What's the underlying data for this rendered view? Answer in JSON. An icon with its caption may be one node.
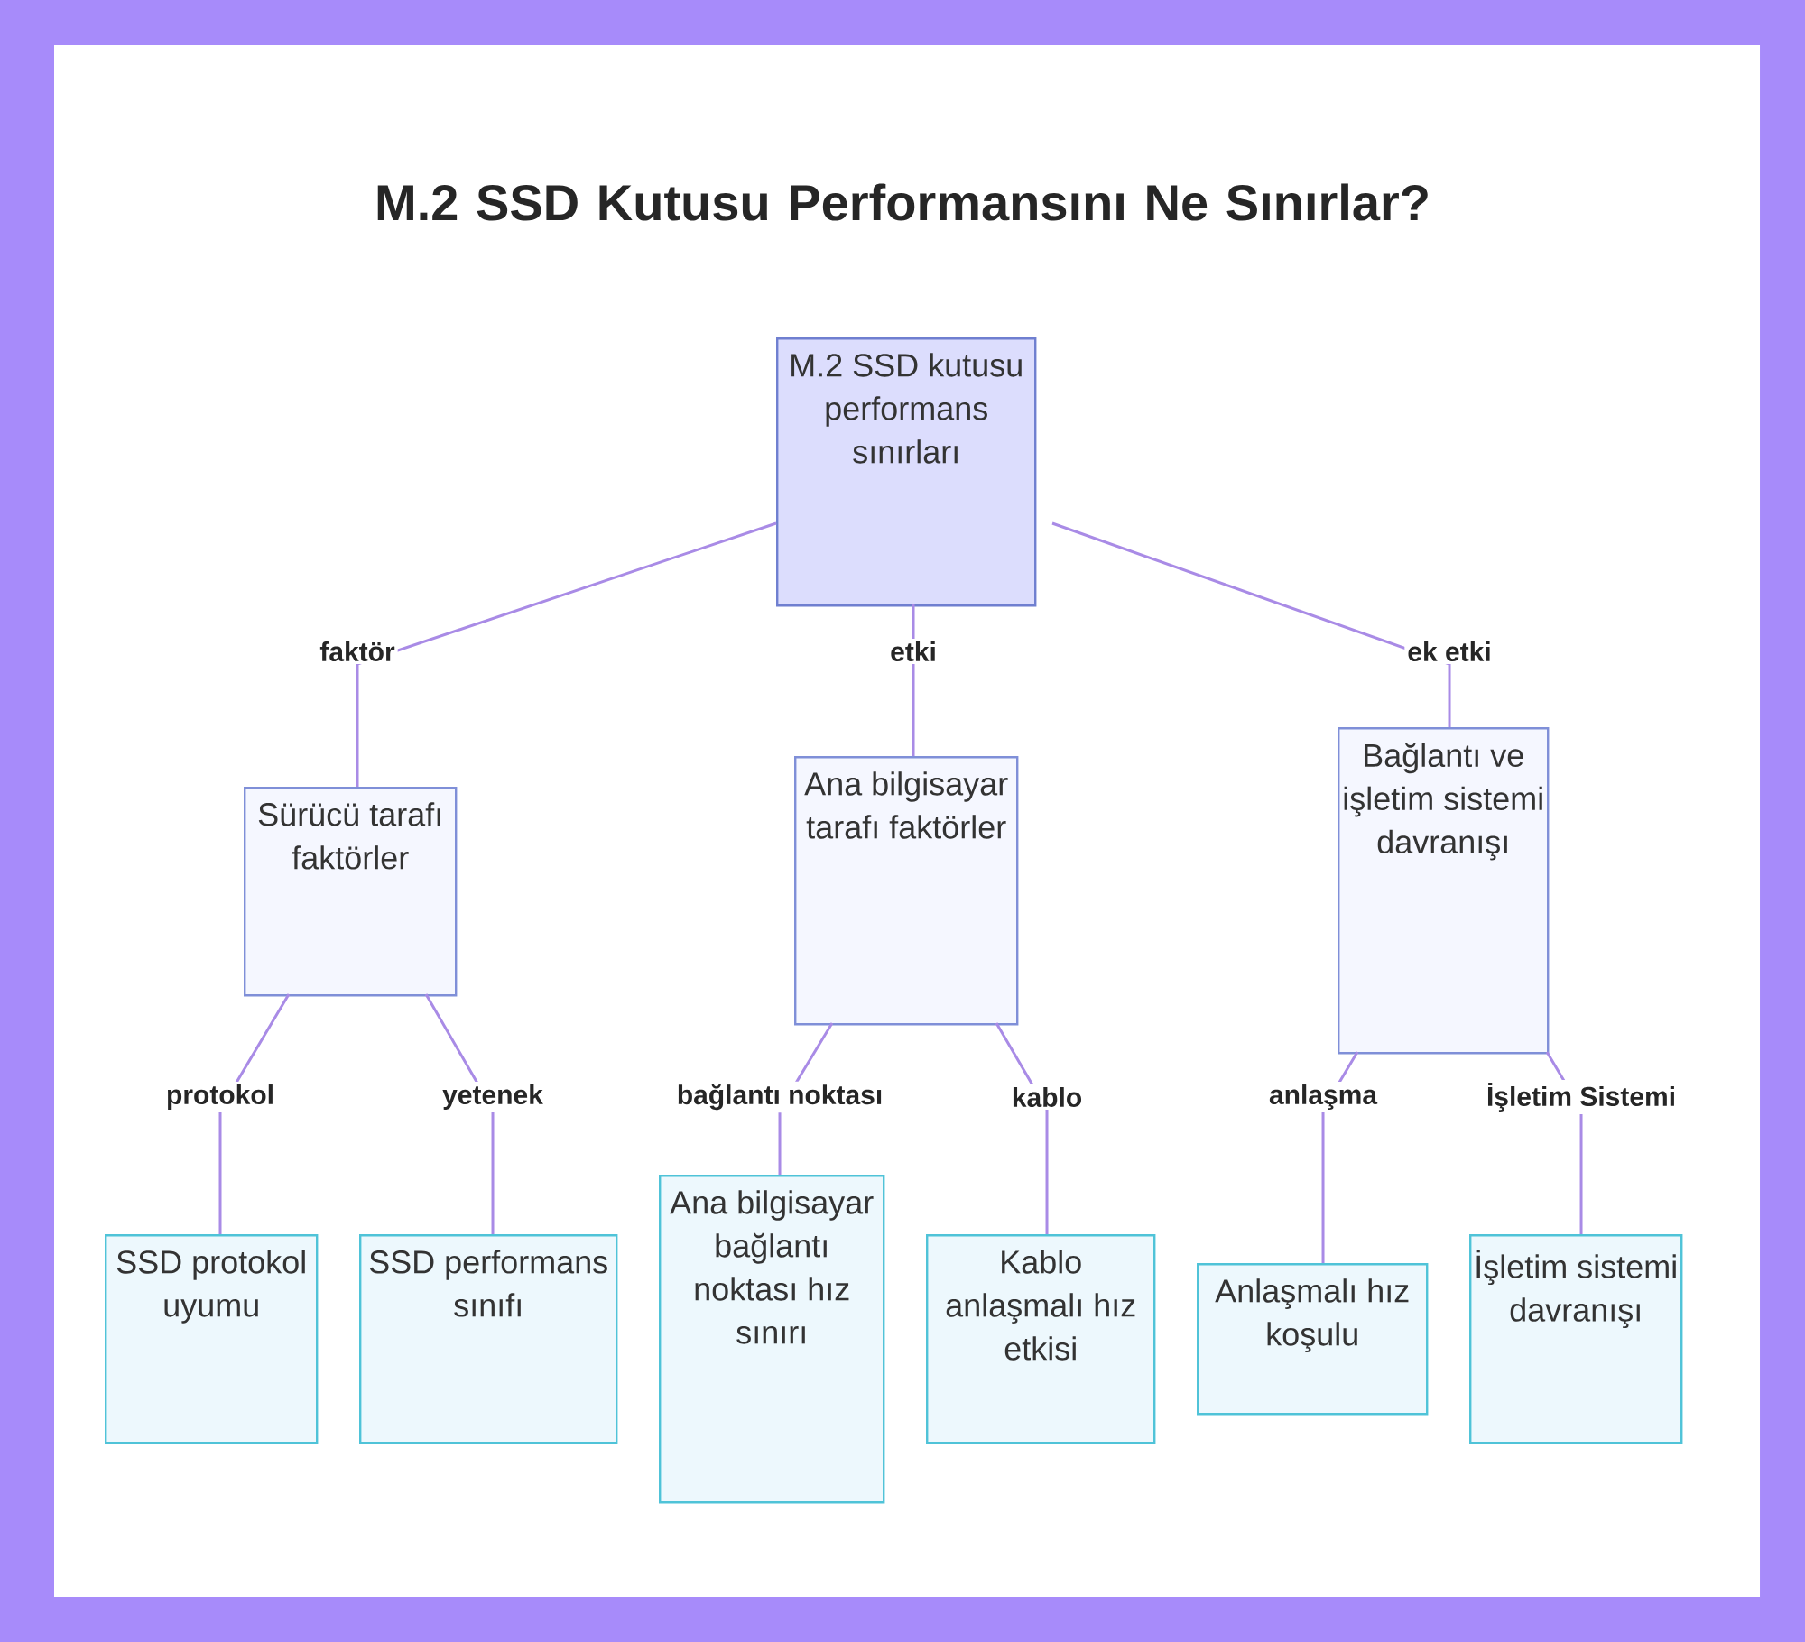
{
  "diagram": {
    "title": "M.2 SSD Kutusu Performansını Ne Sınırlar?",
    "nodes": [
      {
        "text": [
          "M.2 SSD kutusu performans sınırları"
        ]
      },
      {
        "text": [
          "Sürücü tarafı faktörler"
        ]
      },
      {
        "text": [
          "Ana bilgisayar tarafı faktörler"
        ]
      },
      {
        "text": [
          "Bağlantı ve işletim sistemi davranışı"
        ]
      },
      {
        "text": [
          "SSD protokol uyumu"
        ]
      },
      {
        "text": [
          "SSD performans sınıfı"
        ]
      },
      {
        "text": [
          "Ana bilgisayar bağlantı noktası hız sınırı"
        ]
      },
      {
        "text": [
          "Kablo anlaşmalı hız etkisi"
        ]
      },
      {
        "text": [
          "Anlaşmalı hız koşulu"
        ]
      },
      {
        "text": [
          "İşletim sistemi davranışı"
        ]
      }
    ],
    "edges": [
      {
        "from": 0,
        "to": 1,
        "arrow": "none",
        "label": "faktör"
      },
      {
        "from": 0,
        "to": 2,
        "arrow": "none",
        "label": "etki"
      },
      {
        "from": 0,
        "to": 3,
        "arrow": "none",
        "label": "ek etki"
      },
      {
        "from": 1,
        "to": 4,
        "arrow": "none",
        "label": "protokol"
      },
      {
        "from": 1,
        "to": 5,
        "arrow": "none",
        "label": "yetenek"
      },
      {
        "from": 2,
        "to": 6,
        "arrow": "none",
        "label": "bağlantı noktası"
      },
      {
        "from": 2,
        "to": 7,
        "arrow": "none",
        "label": "kablo"
      },
      {
        "from": 3,
        "to": 8,
        "arrow": "none",
        "label": "anlaşma"
      },
      {
        "from": 3,
        "to": 9,
        "arrow": "none",
        "label": "İşletim Sistemi"
      }
    ]
  }
}
